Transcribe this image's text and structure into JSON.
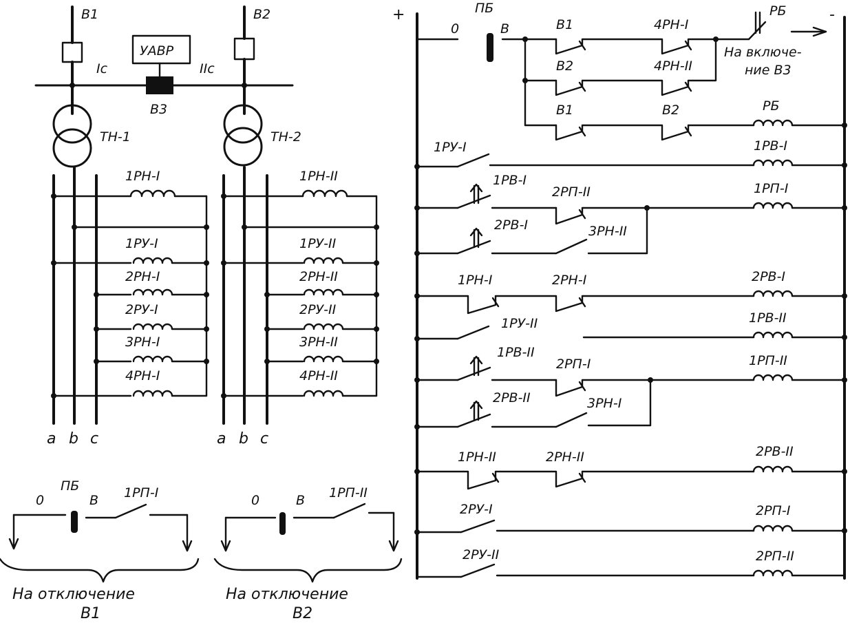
{
  "left_diagram": {
    "feeders": [
      "В1",
      "В2"
    ],
    "sections": [
      "Iс",
      "IIс"
    ],
    "auto_transfer": "УАВР",
    "tie_breaker": "В3",
    "transformers": [
      "ТН-1",
      "ТН-2"
    ],
    "phases": [
      "a",
      "b",
      "c"
    ],
    "relays_section1": [
      "1РН-I",
      "1РУ-I",
      "2РН-I",
      "2РУ-I",
      "3РН-I",
      "4РН-I"
    ],
    "relays_section2": [
      "1РН-II",
      "1РУ-II",
      "2РН-II",
      "2РУ-II",
      "3РН-II",
      "4РН-II"
    ]
  },
  "trip_circuits": [
    {
      "pos_off": "0",
      "switch": "ПБ",
      "pos_on": "В",
      "contact": "1РП-I",
      "caption_line1": "На  отключение",
      "caption_line2": "В1"
    },
    {
      "pos_off": "0",
      "switch": "",
      "pos_on": "В",
      "contact": "1РП-II",
      "caption_line1": "На  отключение",
      "caption_line2": "В2"
    }
  ],
  "control_circuit": {
    "plus": "+",
    "minus": "-",
    "switch_label": "ПБ",
    "pos_off": "0",
    "pos_on": "В",
    "output_contact": "РБ",
    "output_caption_line1": "На включе-",
    "output_caption_line2": "ние В3",
    "top_contacts": [
      "В1",
      "4РН-I",
      "В2",
      "4РН-II",
      "В1",
      "В2"
    ],
    "rows": [
      {
        "contacts": [],
        "coil": "РБ"
      },
      {
        "contacts": [
          "1РУ-I"
        ],
        "coil": "1РВ-I"
      },
      {
        "contacts": [
          "1РВ-I",
          "2РП-II"
        ],
        "coil": "1РП-I"
      },
      {
        "contacts": [
          "2РВ-I",
          "3РН-II"
        ],
        "coil": ""
      },
      {
        "contacts": [
          "1РН-I",
          "2РН-I"
        ],
        "coil": "2РВ-I"
      },
      {
        "contacts": [
          "1РУ-II"
        ],
        "coil": "1РВ-II"
      },
      {
        "contacts": [
          "1РВ-II",
          "2РП-I"
        ],
        "coil": "1РП-II"
      },
      {
        "contacts": [
          "2РВ-II",
          "3РН-I"
        ],
        "coil": ""
      },
      {
        "contacts": [
          "1РН-II",
          "2РН-II"
        ],
        "coil": "2РВ-II"
      },
      {
        "contacts": [
          "2РУ-I"
        ],
        "coil": "2РП-I"
      },
      {
        "contacts": [
          "2РУ-II"
        ],
        "coil": "2РП-II"
      }
    ]
  }
}
